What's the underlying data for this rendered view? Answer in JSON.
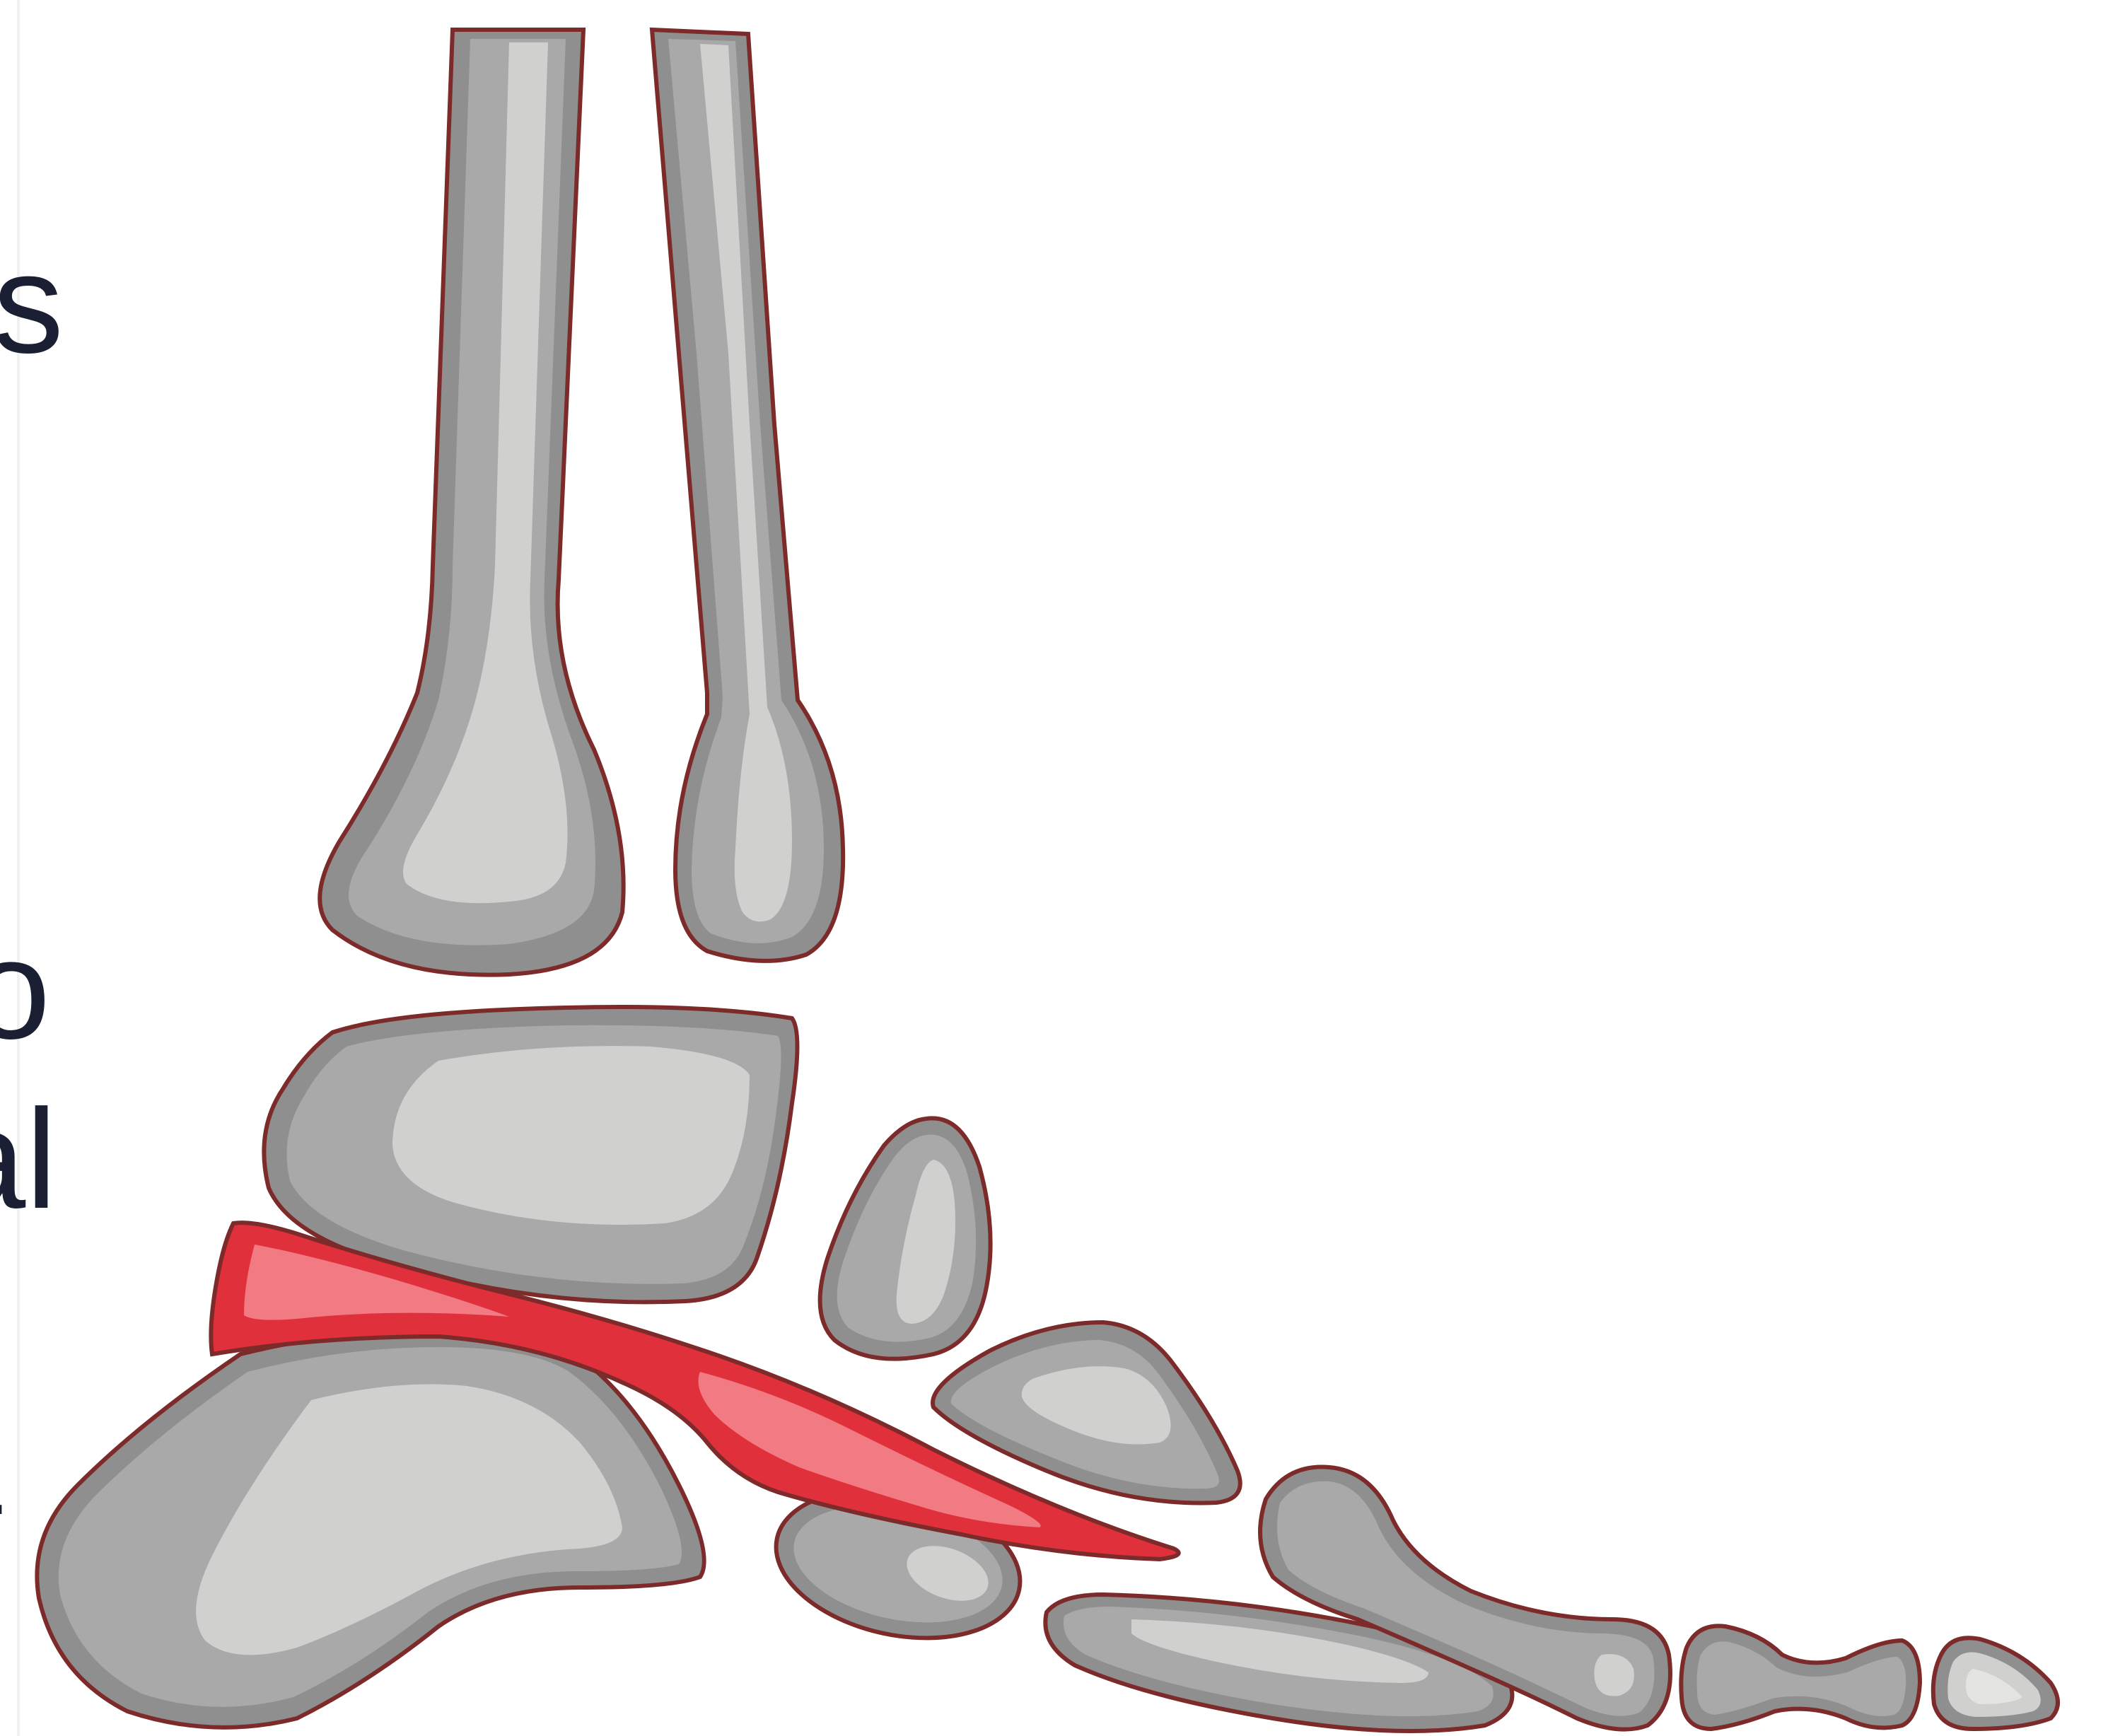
{
  "cropped_text": {
    "line1": "s",
    "line2": "o",
    "line3": "al",
    "line4": "."
  },
  "colors": {
    "bone_dark": "#8f8f8f",
    "bone_mid": "#a9a9a9",
    "bone_light": "#d0d0cf",
    "bone_highlight": "#e4e4e3",
    "outline": "#7d2a2a",
    "ligament": "#e0303c",
    "ligament_light": "#f27a82",
    "text": "#1a1f33"
  },
  "icons": [
    "tibia-bone-icon",
    "fibula-bone-icon",
    "talus-bone-icon",
    "calcaneus-bone-icon",
    "ligament-highlight-icon"
  ]
}
